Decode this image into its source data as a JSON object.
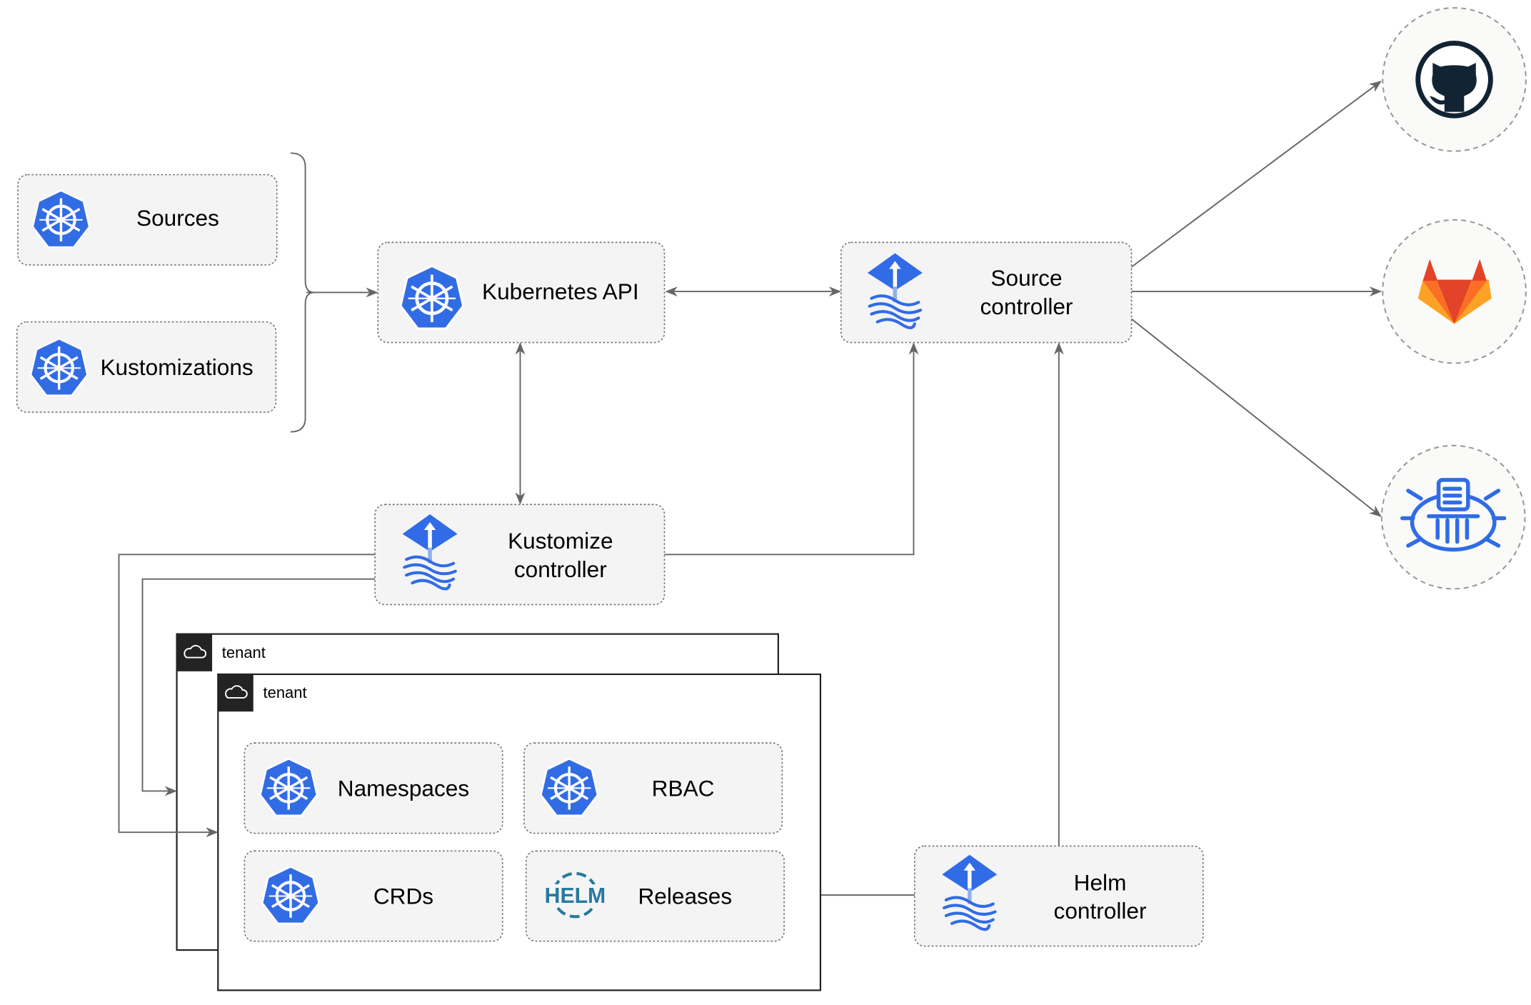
{
  "nodes": {
    "sources": "Sources",
    "kustomizations": "Kustomizations",
    "kubernetes_api": "Kubernetes API",
    "source_controller": [
      "Source",
      "controller"
    ],
    "kustomize_controller": [
      "Kustomize",
      "controller"
    ],
    "helm_controller": [
      "Helm",
      "controller"
    ],
    "namespaces": "Namespaces",
    "rbac": "RBAC",
    "crds": "CRDs",
    "releases": "Releases",
    "helm_logo_text": "HELM"
  },
  "tenants": [
    "tenant",
    "tenant"
  ],
  "external_sources": [
    {
      "icon": "github-icon"
    },
    {
      "icon": "gitlab-icon"
    },
    {
      "icon": "bucket-icon"
    }
  ],
  "colors": {
    "kubernetes_blue": "#326CE5",
    "helm_blue": "#277A9F",
    "gitlab_orange": "#E24329",
    "github_dark": "#122333"
  }
}
